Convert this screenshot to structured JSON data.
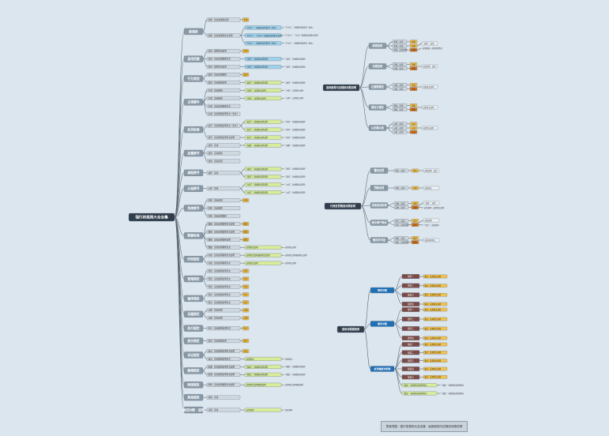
{
  "root": {
    "label": "强行将规则大全全集"
  },
  "branches": [
    {
      "label": "新规则",
      "items": [
        {
          "text": "新规 · 适用新规则说明",
          "tag": "新规"
        },
        {
          "text": "新规 · 适用新规则条文说明",
          "subs": [
            "“行为人”：新规则适用说明（条文）",
            "“行为人”：“行为人”新规则适用条文说明",
            "“行为人”：新规则适用说明（条文）"
          ]
        }
      ]
    },
    {
      "label": "适用范围",
      "items": [
        {
          "text": "适用 · 规则适用说明",
          "tag": "适用"
        },
        {
          "text": "适用 · 适用说明规则条文",
          "subs": [
            "“适用”：新规则适用说明"
          ]
        },
        {
          "text": "适用 · 规则适用说明",
          "subs": [
            "“适用”：新规则适用说明"
          ]
        }
      ]
    },
    {
      "label": "行为类别",
      "items": [
        {
          "text": "类别 · 适用说明规则",
          "tag": "类别"
        },
        {
          "text": "类别 · 适用规则说明",
          "subs": [
            "“类别”：新规则适用说明"
          ]
        }
      ]
    },
    {
      "label": "主观要件",
      "items": [
        {
          "text": "主观 · 适用规则",
          "subs": [
            "“主观”：适用条文说明"
          ]
        },
        {
          "text": "主观 · 适用规则",
          "subs": [
            "“主观”：适用条文说明"
          ]
        },
        {
          "text": "主观 · 适用说明规则条文"
        },
        {
          "text": "主观 · 适用规则说明条文（条文）"
        }
      ]
    },
    {
      "label": "处罚标准",
      "items": [
        {
          "text": "处罚 · 适用规则说明条文（条文）",
          "subs": [
            "“处罚”：新规则适用说明",
            "“处罚”：新规则适用说明"
          ]
        },
        {
          "text": "处罚 · 适用规则说明条文说明",
          "subs": [
            "“处罚”：新规则适用说明"
          ]
        }
      ]
    },
    {
      "label": "加重情节",
      "items": [
        {
          "text": "加重 · 适用",
          "subs": [
            "“加重”：新规则适用说明"
          ]
        },
        {
          "text": "加重 · 适用规则"
        },
        {
          "text": "加重 · 适用说明"
        }
      ]
    },
    {
      "label": "减轻情节",
      "items": [
        {
          "text": "减轻 · 适用",
          "subs": [
            "“减轻”：新规则适用说明",
            "“减轻”：新规则适用说明"
          ]
        }
      ]
    },
    {
      "label": "从轻情节",
      "items": [
        {
          "text": "从轻 · 适用",
          "subs": [
            "“从轻”：新规则适用说明",
            "“从轻”：新规则适用说明"
          ]
        }
      ]
    },
    {
      "label": "免除情节",
      "items": [
        {
          "text": "免除 · 适用说明",
          "tag": "免除"
        },
        {
          "text": "免除 · 适用规则"
        },
        {
          "text": "免除 · 适用说明规则"
        }
      ]
    },
    {
      "label": "数额标准",
      "items": [
        {
          "text": "数额 · 适用说明规则条文说明",
          "tag": "数额"
        },
        {
          "text": "数额 · 适用说明规则条文说明",
          "tag": "数额"
        },
        {
          "text": "数额 · 适用说明规则说明",
          "tag": "数额"
        },
        {
          "text": "数额 · 适用说明规则条文",
          "subs": [
            "适用条文说明"
          ]
        }
      ]
    },
    {
      "label": "时效规定",
      "items": [
        {
          "text": "时效 · 适用说明规则条文说明",
          "subs": [
            "适用条文说明规则条文说明"
          ]
        },
        {
          "text": "时效 · 适用说明规则条文",
          "subs": [
            "适用条文说明"
          ]
        }
      ]
    },
    {
      "label": "管辖规定",
      "items": [
        {
          "text": "管辖 · 适用规则说明条文",
          "tag": "管辖"
        },
        {
          "text": "管辖 · 适用规则说明条文",
          "tag": "管辖"
        },
        {
          "text": "管辖 · 适用规则说明条文",
          "tag": "管辖"
        }
      ]
    },
    {
      "label": "程序规定",
      "items": [
        {
          "text": "程序 · 适用规则说明条文",
          "tag": "程序"
        },
        {
          "text": "程序 · 适用规则说明条文",
          "tag": "程序"
        }
      ]
    },
    {
      "label": "证据规定",
      "items": [
        {
          "text": "证据 · 适用说明",
          "tag": "证据"
        },
        {
          "text": "证据 · 适用说明",
          "tag": "证据"
        }
      ]
    },
    {
      "label": "执行规定",
      "items": [
        {
          "text": "执行 · 适用规则说明条文",
          "tag": "执行"
        }
      ]
    },
    {
      "label": "复议规定",
      "items": [
        {
          "text": "复议 · 适用规则说明",
          "tag": "复议"
        }
      ]
    },
    {
      "label": "诉讼规定",
      "items": [
        {
          "text": "诉讼 · 适用规则说明条文说明",
          "tag": "诉讼"
        },
        {
          "text": "诉讼 · 适用规则说明条文",
          "subs": [
            "适用条文"
          ]
        }
      ]
    },
    {
      "label": "赔偿规定",
      "items": [
        {
          "text": "赔偿 · 适用规则说明条文说明",
          "subs": [
            "“赔偿”：新规则适用说明"
          ]
        },
        {
          "text": "赔偿 · 适用规则说明条文说明",
          "subs": [
            "“赔偿”：新规则适用说明"
          ]
        }
      ]
    },
    {
      "label": "附则规定",
      "items": [
        {
          "text": "附则 · 适用说明规则条文说明",
          "subs": [
            "适用条文说明规则说明"
          ]
        }
      ]
    },
    {
      "label": "其他规定",
      "items": [
        {
          "text": "其他 · 适用"
        }
      ]
    },
    {
      "label": "新旧对照 · 适用",
      "items": [
        {
          "text": "对照 · 适用",
          "subs": [
            "适用说明"
          ]
        }
      ]
    }
  ],
  "right_group_1": {
    "title": "适用新规与旧规则对照说明",
    "branches": [
      {
        "label": "新规适用",
        "rows": [
          {
            "text": "新规 · 适用",
            "chip": "新规"
          },
          {
            "text": "新规 · 适用",
            "chip": "新规"
          },
          {
            "text": "新规 · 适用说明",
            "chip": "新规"
          }
        ],
        "note": "“适用”：适用",
        "note2": "适用新规 · 适用说明条文"
      },
      {
        "label": "旧规适用",
        "rows": [
          {
            "text": "旧规 · 适用",
            "chip": "旧规"
          },
          {
            "text": "旧规 · 适用",
            "chip": "旧规"
          }
        ],
        "note": "适用说明 · 适用"
      },
      {
        "label": "过渡期规定",
        "rows": [
          {
            "text": "过渡 · 适用",
            "chip": "过渡"
          },
          {
            "text": "过渡 · 适用",
            "chip": "过渡"
          }
        ],
        "note": "适用条文说明"
      },
      {
        "label": "溯及力规定",
        "rows": [
          {
            "text": "溯及 · 适用",
            "chip": "溯及"
          },
          {
            "text": "溯及 · 适用",
            "chip": "溯及"
          }
        ],
        "note": "适用条文说明"
      },
      {
        "label": "从旧兼从轻",
        "rows": [
          {
            "text": "从旧 · 适用",
            "chip": "从旧"
          },
          {
            "text": "从旧 · 适用",
            "chip": "从旧"
          },
          {
            "text": "从旧 · 适用",
            "chip": "从旧"
          }
        ],
        "note": "适用条文说明"
      }
    ]
  },
  "right_group_2": {
    "title": "行政处罚规则对照说明",
    "branches": [
      {
        "label": "警告处罚",
        "rows": [
          {
            "text": "警告 · 适用",
            "chip": "警告"
          }
        ],
        "note": "适用说明 · 适用"
      },
      {
        "label": "罚款处罚",
        "rows": [
          {
            "text": "罚款 · 适用",
            "chip": "罚款"
          }
        ],
        "note": "适用条文"
      },
      {
        "label": "没收违法所得",
        "rows": [
          {
            "text": "没收 · 适用",
            "chip": "没收"
          },
          {
            "text": "没收 · 适用",
            "chip": "没收"
          }
        ],
        "note": "“没收”：适用",
        "note2": "适用说明 · 适用条文说明"
      },
      {
        "label": "责令停产停业",
        "rows": [
          {
            "text": "责令 · 适用",
            "chip": "责令"
          },
          {
            "text": "责令 · 适用说明",
            "chip": "责令"
          }
        ],
        "note": "适用说明",
        "note2": "“责令”：适用说明"
      },
      {
        "label": "暂扣许可证",
        "rows": [
          {
            "text": "暂扣 · 适用",
            "chip": "暂扣"
          },
          {
            "text": "暂扣 · 适用说明",
            "chip": "暂扣"
          }
        ],
        "note": "适用说明条文"
      }
    ]
  },
  "right_group_3": {
    "title": "适用对照规则表",
    "branches": [
      {
        "label": "情形对照",
        "rows": [
          {
            "box": "情形一",
            "note": "要点：适用条文说明"
          },
          {
            "box": "情形二",
            "note": "要点：适用条文说明"
          },
          {
            "box": "情形三",
            "note": "要点：适用条文说明"
          },
          {
            "box": "情形四",
            "note": "要点：适用条文说明"
          }
        ]
      },
      {
        "label": "要件对照",
        "rows": [
          {
            "box": "要件一",
            "note": "要点：适用条文说明"
          },
          {
            "box": "要件二",
            "note": "要点：适用条文说明"
          },
          {
            "box": "要件三",
            "note": "要点：适用条文说明"
          },
          {
            "box": "要件四",
            "note": "要点：适用条文说明"
          }
        ]
      },
      {
        "label": "处罚幅度对照表",
        "rows": [
          {
            "box": "幅度一",
            "note": "要点：适用条文说明"
          },
          {
            "box": "幅度二",
            "note": "要点：适用条文说明"
          },
          {
            "box": "幅度三",
            "note": "要点：适用条文说明"
          },
          {
            "box": "幅度四",
            "note": "要点：适用条文说明"
          },
          {
            "box": "幅度五",
            "note": "要点：适用条文说明"
          }
        ],
        "extra": [
          "“幅度”：新规则适用说明条文",
          "“幅度”：新规则适用说明条文"
        ]
      }
    ]
  },
  "footer": "思维导图 · 强行将规则大全全集 · 适用新规与旧规则对照说明",
  "colors": {
    "background": "#dce6ef",
    "root": "#2f3d4c",
    "branch": "#8798a6",
    "leaf": "#d0d8df",
    "tag_orange": "#f2c24f",
    "tag_dark_orange": "#d9761f",
    "sub_blue": "#9fd2ec",
    "sub_green": "#d9ec9a",
    "blue_branch": "#1f6fb5",
    "maroon": "#7a4a47",
    "line": "#5b6670"
  }
}
